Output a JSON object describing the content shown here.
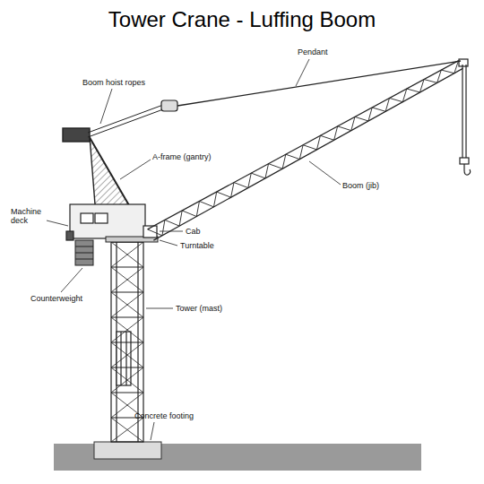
{
  "diagram": {
    "title": "Tower Crane - Luffing Boom",
    "labels": [
      "Pendant",
      "Boom hoist ropes",
      "A-frame (gantry)",
      "Boom (jib)",
      "Machine deck",
      "Cab",
      "Turntable",
      "Counterweight",
      "Tower (mast)",
      "Concrete footing"
    ]
  }
}
